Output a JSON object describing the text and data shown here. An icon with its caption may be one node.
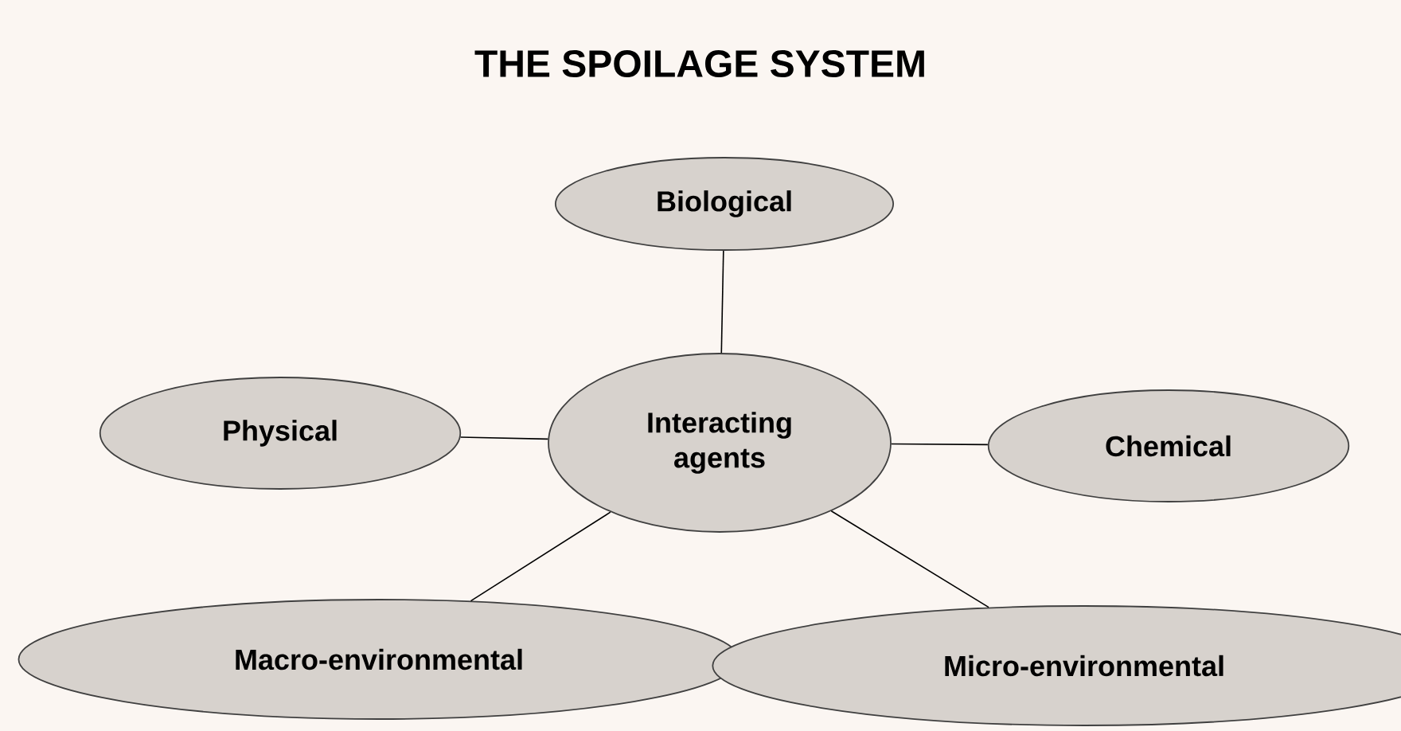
{
  "diagram": {
    "title": "THE SPOILAGE SYSTEM",
    "nodes": [
      {
        "text": [
          "Biological"
        ]
      },
      {
        "text": [
          "Physical"
        ]
      },
      {
        "text": [
          "Interacting agents"
        ]
      },
      {
        "text": [
          "Chemical"
        ]
      },
      {
        "text": [
          "Macro-environmental"
        ]
      },
      {
        "text": [
          "Micro-environmental"
        ]
      }
    ],
    "edges": [
      {
        "from": 2,
        "to": 0,
        "arrow": "none"
      },
      {
        "from": 2,
        "to": 1,
        "arrow": "none"
      },
      {
        "from": 2,
        "to": 3,
        "arrow": "none"
      },
      {
        "from": 2,
        "to": 4,
        "arrow": "none"
      },
      {
        "from": 2,
        "to": 5,
        "arrow": "none"
      }
    ]
  }
}
